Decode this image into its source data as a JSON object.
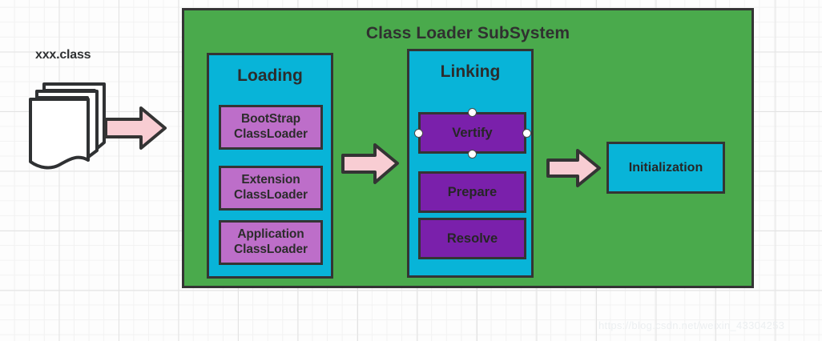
{
  "diagram": {
    "title": "Class Loader SubSystem",
    "source": {
      "label": "xxx.class",
      "icon": "document-stack-icon"
    },
    "colors": {
      "panel_green": "#4aaa4c",
      "stage_cyan": "#08b4d8",
      "loader_purple": "#bd6ec9",
      "link_purple": "#7a20ab",
      "arrow_pink": "#f8cdd3",
      "outline": "#343434"
    },
    "stages": [
      {
        "title": "Loading",
        "items": [
          {
            "line1": "BootStrap",
            "line2": "ClassLoader"
          },
          {
            "line1": "Extension",
            "line2": "ClassLoader"
          },
          {
            "line1": "Application",
            "line2": "ClassLoader"
          }
        ]
      },
      {
        "title": "Linking",
        "items": [
          {
            "label": "Vertify",
            "selected": true
          },
          {
            "label": "Prepare",
            "selected": false
          },
          {
            "label": "Resolve",
            "selected": false
          }
        ]
      }
    ],
    "initialization": {
      "label": "Initialization"
    },
    "arrows": [
      {
        "name": "arrow-source-to-subsystem"
      },
      {
        "name": "arrow-loading-to-linking"
      },
      {
        "name": "arrow-linking-to-initialization"
      }
    ]
  },
  "watermark": {
    "text": "https://blog.csdn.net/weixin_43304253"
  }
}
